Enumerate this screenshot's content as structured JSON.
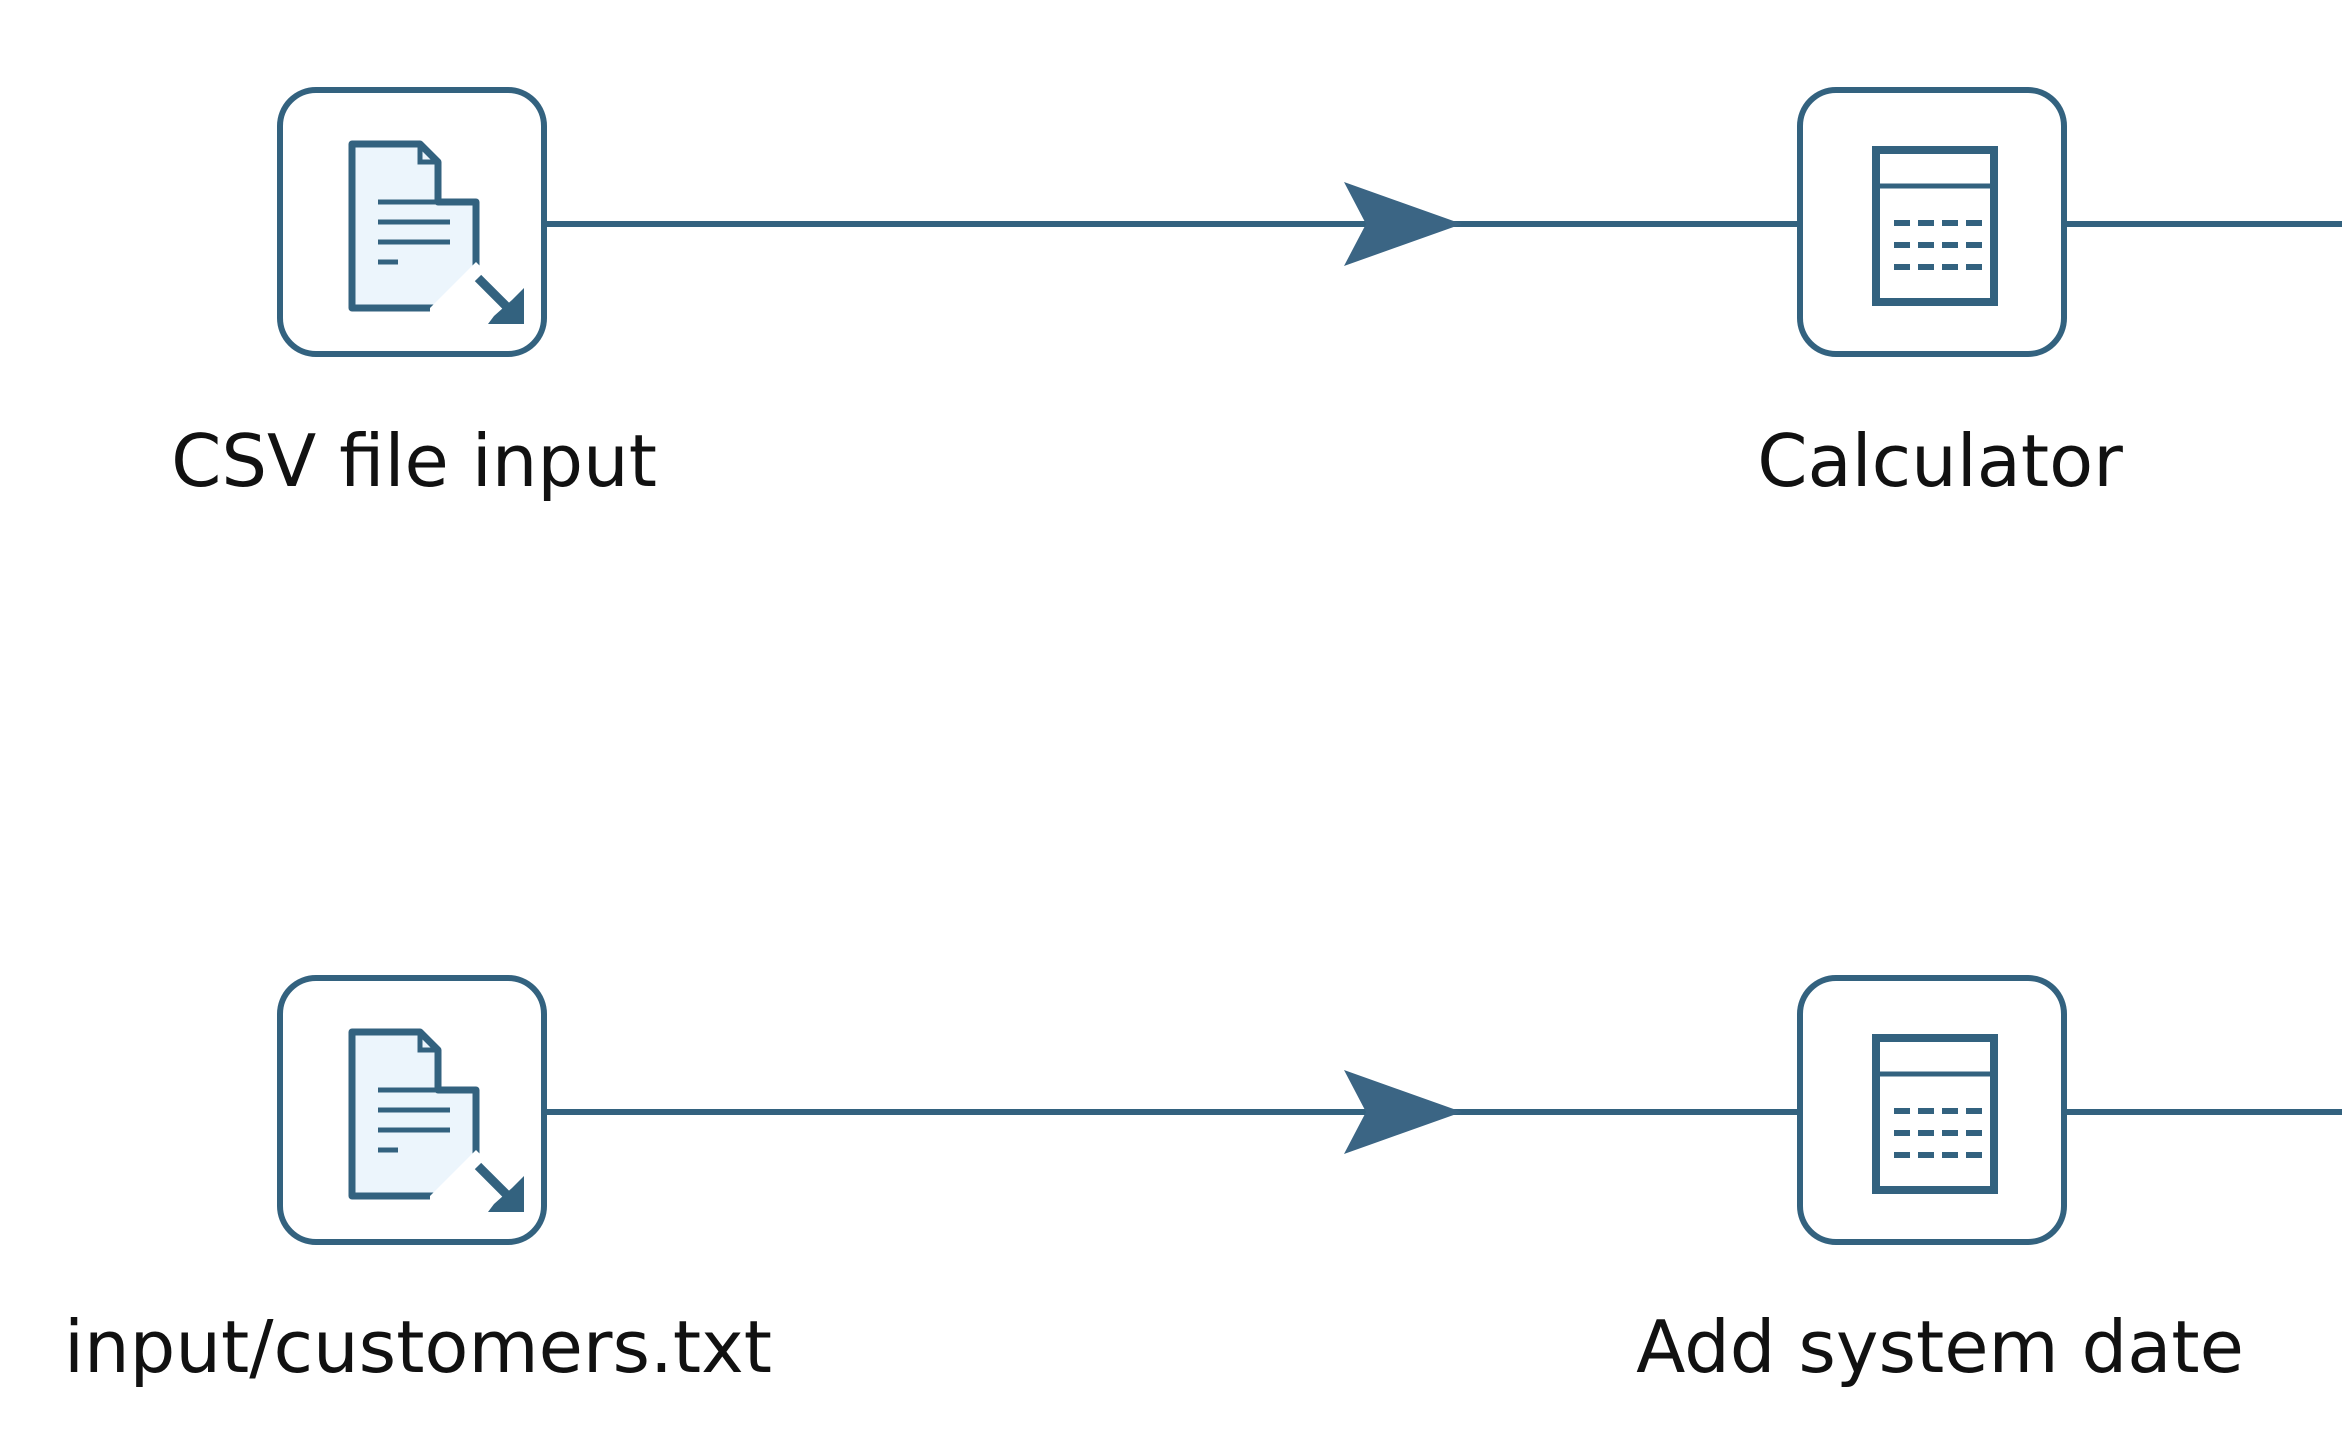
{
  "colors": {
    "stroke": "#33627f",
    "arrow": "#3b6584",
    "doc_fill": "#ecf5fc",
    "background": "#ffffff",
    "label": "#111111"
  },
  "steps": [
    {
      "label": "CSV file input",
      "icon": "csv-file-input-icon"
    },
    {
      "label": "Calculator",
      "icon": "calculator-icon"
    },
    {
      "label": "input/customers.txt",
      "icon": "text-file-input-icon"
    },
    {
      "label": "Add system date",
      "icon": "calculator-icon"
    }
  ],
  "hops": [
    {
      "from": "CSV file input",
      "to": "Calculator"
    },
    {
      "from": "input/customers.txt",
      "to": "Add system date"
    }
  ]
}
